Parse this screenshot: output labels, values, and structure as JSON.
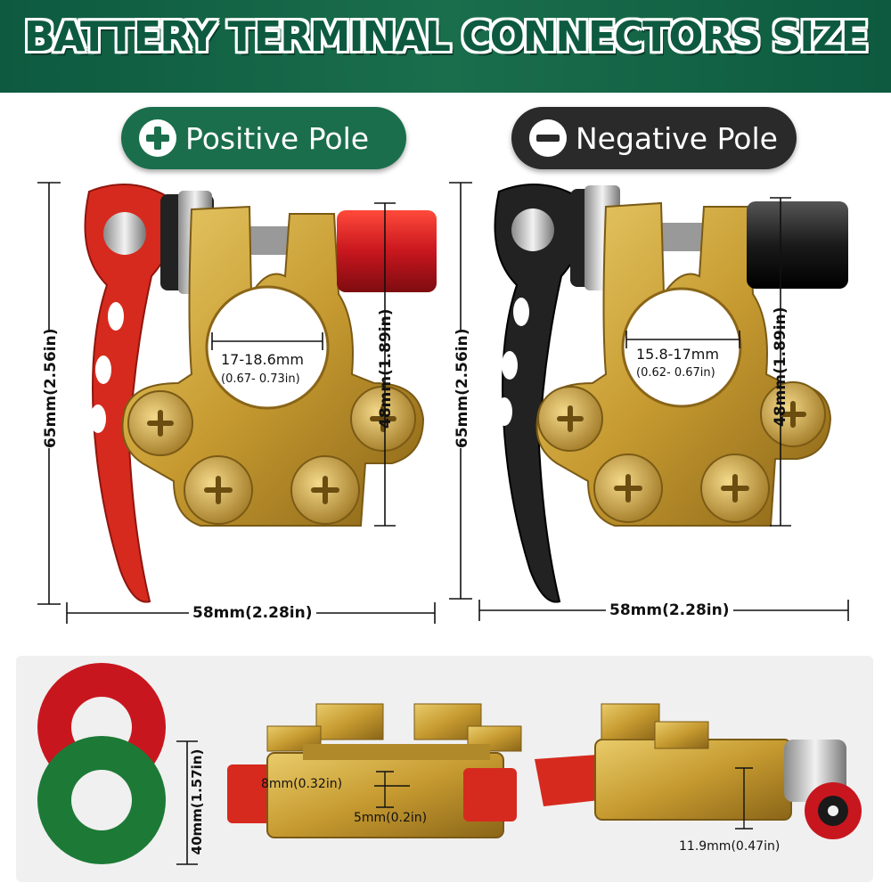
{
  "title": "BATTERY TERMINAL CONNECTORS SIZE",
  "colors": {
    "banner_green": "#0d5a40",
    "pill_green": "#1a6e4c",
    "pill_dark": "#2a2a2a",
    "red_lever": "#d62a1e",
    "black_lever": "#222222",
    "brass": "#c9a23a",
    "washer_red": "#c8161e",
    "washer_green": "#1c7a36"
  },
  "positive": {
    "label": "Positive Pole",
    "icon": "plus-circle-icon",
    "height_mm": "65mm(2.56in)",
    "width_mm": "58mm(2.28in)",
    "inner_height": "48mm(1.89in)",
    "bore_mm": "17-18.6mm",
    "bore_in": "(0.67- 0.73in)"
  },
  "negative": {
    "label": "Negative Pole",
    "icon": "minus-circle-icon",
    "height_mm": "65mm(2.56in)",
    "width_mm": "58mm(2.28in)",
    "inner_height": "48mm(1.89in)",
    "bore_mm": "15.8-17mm",
    "bore_in": "(0.62- 0.67in)"
  },
  "bottom": {
    "washer_dim": "40mm(1.57in)",
    "slot_width": "8mm(0.32in)",
    "slot_depth": "5mm(0.2in)",
    "clamp_height": "11.9mm(0.47in)"
  }
}
